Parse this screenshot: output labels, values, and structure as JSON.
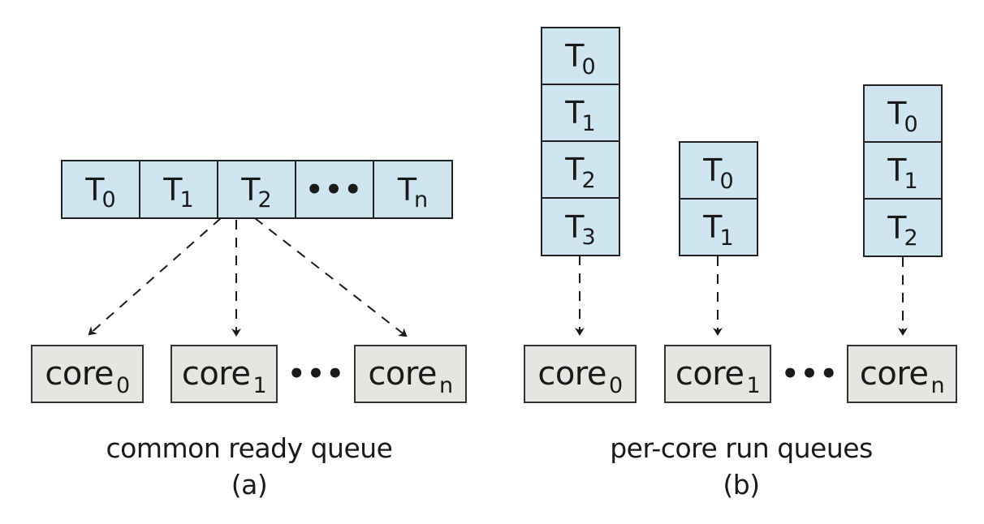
{
  "panel_a": {
    "caption": "common ready queue",
    "label": "(a)",
    "queue": [
      {
        "name": "T",
        "sub": "0"
      },
      {
        "name": "T",
        "sub": "1"
      },
      {
        "name": "T",
        "sub": "2"
      },
      {
        "name": "•••",
        "sub": ""
      },
      {
        "name": "T",
        "sub": "n"
      }
    ],
    "cores": [
      {
        "name": "core",
        "sub": "0"
      },
      {
        "name": "core",
        "sub": "1"
      },
      {
        "name": "core",
        "sub": "n"
      }
    ],
    "ellipsis": "•••",
    "arrow_source": "T2",
    "arrow_targets": [
      "core0",
      "core1",
      "coren"
    ]
  },
  "panel_b": {
    "caption": "per-core run queues",
    "label": "(b)",
    "queues": [
      {
        "core": {
          "name": "core",
          "sub": "0"
        },
        "tasks": [
          {
            "name": "T",
            "sub": "0"
          },
          {
            "name": "T",
            "sub": "1"
          },
          {
            "name": "T",
            "sub": "2"
          },
          {
            "name": "T",
            "sub": "3"
          }
        ]
      },
      {
        "core": {
          "name": "core",
          "sub": "1"
        },
        "tasks": [
          {
            "name": "T",
            "sub": "0"
          },
          {
            "name": "T",
            "sub": "1"
          }
        ]
      },
      {
        "core": {
          "name": "core",
          "sub": "n"
        },
        "tasks": [
          {
            "name": "T",
            "sub": "0"
          },
          {
            "name": "T",
            "sub": "1"
          },
          {
            "name": "T",
            "sub": "2"
          }
        ]
      }
    ],
    "ellipsis": "•••"
  },
  "colors": {
    "task_fill": "#cfe5ef",
    "core_fill": "#e6e5e2",
    "stroke": "#222222"
  }
}
